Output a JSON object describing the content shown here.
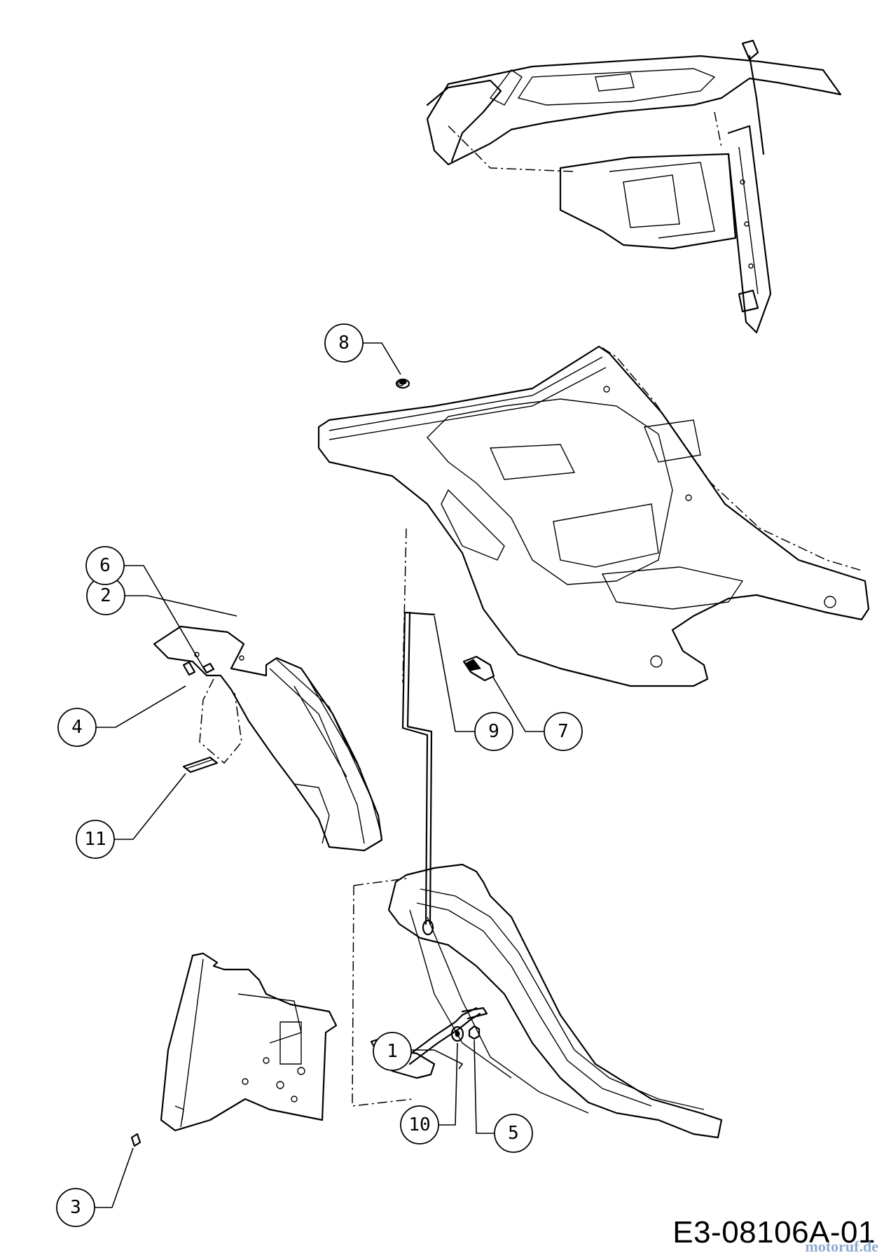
{
  "callouts": [
    {
      "id": "c1",
      "label": "1"
    },
    {
      "id": "c2",
      "label": "2"
    },
    {
      "id": "c3",
      "label": "3"
    },
    {
      "id": "c4",
      "label": "4"
    },
    {
      "id": "c5",
      "label": "5"
    },
    {
      "id": "c6",
      "label": "6"
    },
    {
      "id": "c7",
      "label": "7"
    },
    {
      "id": "c8",
      "label": "8"
    },
    {
      "id": "c9",
      "label": "9"
    },
    {
      "id": "c10",
      "label": "10"
    },
    {
      "id": "c11",
      "label": "11"
    }
  ],
  "drawing_code": "E3-08106A-01",
  "watermark": "motoruf.de"
}
